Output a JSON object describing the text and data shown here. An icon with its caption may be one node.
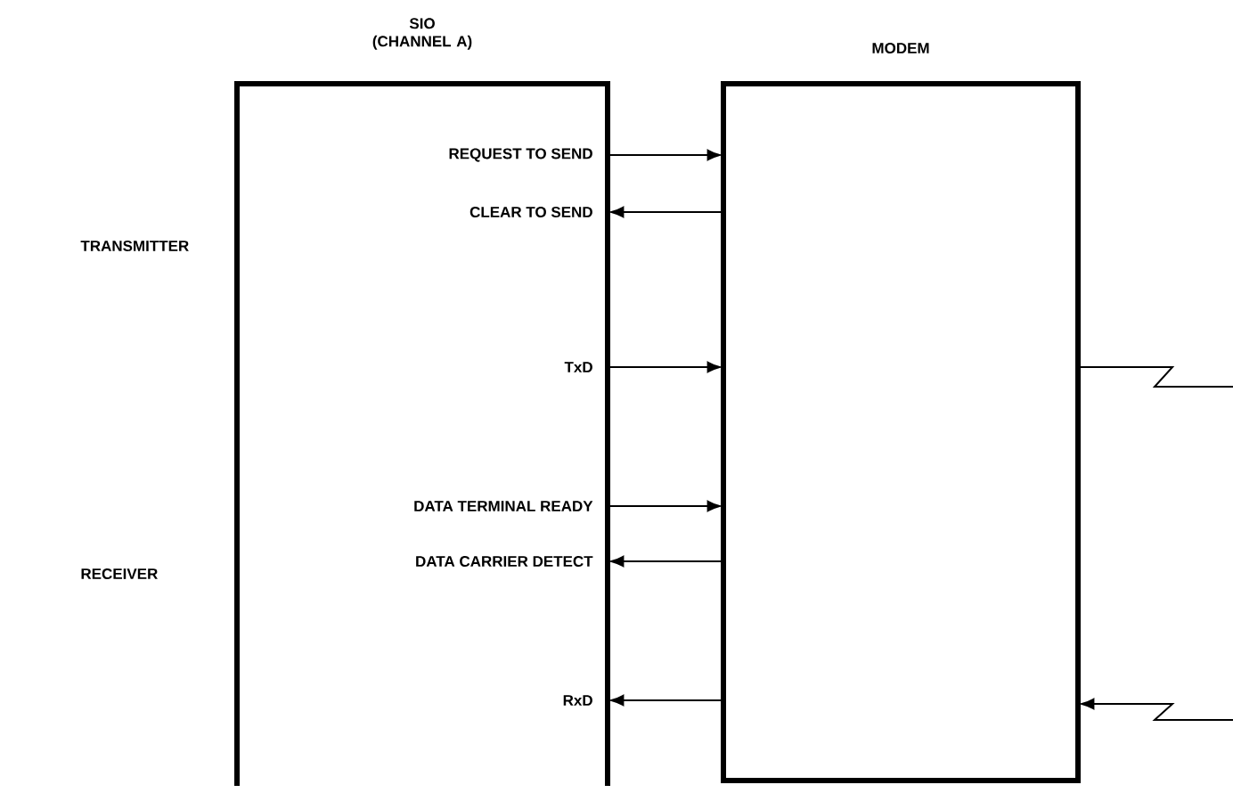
{
  "diagram": {
    "nodes": [
      {
        "text": [
          "SIO (CHANNEL A)",
          "REQUEST TO SEND",
          "CLEAR TO SEND",
          "TxD",
          "DATA TERMINAL READY",
          "DATA CARRIER DETECT",
          "RxD"
        ]
      },
      {
        "text": [
          "MODEM"
        ]
      }
    ],
    "edges": [
      {
        "from": 0,
        "to": 1,
        "arrow": "to"
      },
      {
        "from": 1,
        "to": 0,
        "arrow": "to"
      },
      {
        "from": 0,
        "to": 1,
        "arrow": "to"
      },
      {
        "from": 0,
        "to": 1,
        "arrow": "to"
      },
      {
        "from": 1,
        "to": 0,
        "arrow": "to"
      },
      {
        "from": 1,
        "to": 0,
        "arrow": "to"
      },
      {
        "from": 1,
        "to": null,
        "arrow": "none"
      },
      {
        "from": null,
        "to": 1,
        "arrow": "to"
      }
    ],
    "labels": [
      "TRANSMITTER",
      "RECEIVER"
    ]
  }
}
